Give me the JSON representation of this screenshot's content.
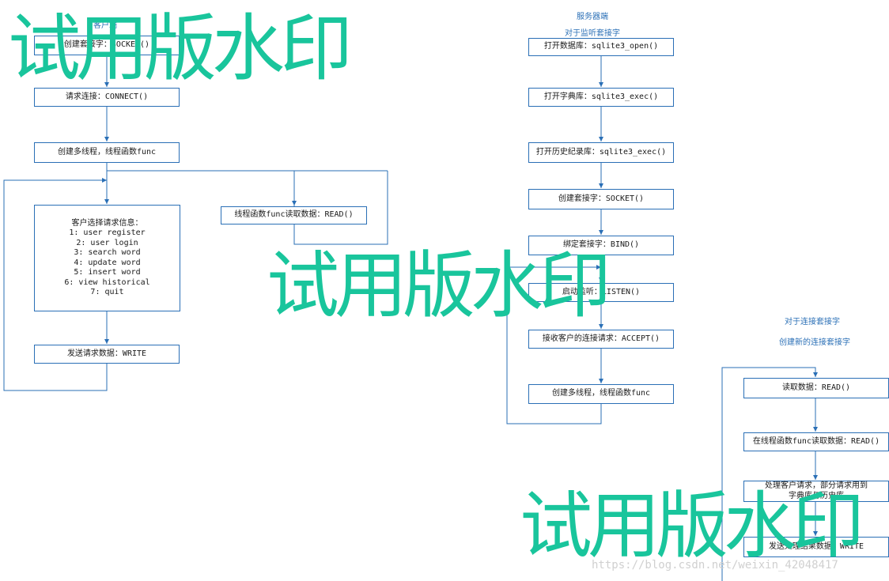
{
  "colors": {
    "line": "#2a6fb6",
    "watermark": "#19c59c",
    "url": "#d0d0d0"
  },
  "client": {
    "title": "客户端",
    "steps": {
      "socket": "创建套接字：SOCKET()",
      "connect": "请求连接：CONNECT()",
      "thread": "创建多线程，线程函数func",
      "menu": "客户选择请求信息：\n1: user register\n2: user login\n3: search word\n4: update word\n5: insert word\n6: view historical\n7: quit",
      "write": "发送请求数据：WRITE",
      "thread_read": "线程函数func读取数据：READ()"
    }
  },
  "server": {
    "title": "服务器端",
    "subtitle": "对于监听套接字",
    "steps": {
      "open": "打开数据库：sqlite3_open()",
      "dict": "打开字典库：sqlite3_exec()",
      "history": "打开历史纪录库：sqlite3_exec()",
      "socket": "创建套接字：SOCKET()",
      "bind": "绑定套接字：BIND()",
      "listen": "启动监听：LISTEN()",
      "accept": "接收客户的连接请求：ACCEPT()",
      "thread": "创建多线程，线程函数func"
    }
  },
  "conn": {
    "title": "对于连接套接字",
    "subtitle": "创建新的连接套接字",
    "steps": {
      "read": "读取数据：READ()",
      "thread_read": "在线程函数func读取数据：READ()",
      "process": "处理客户请求，部分请求用到\n字典库与历史库",
      "write": "发送处理结果数据：WRITE"
    }
  },
  "watermark": {
    "text": "试用版水印",
    "url": "https://blog.csdn.net/weixin_42048417"
  }
}
